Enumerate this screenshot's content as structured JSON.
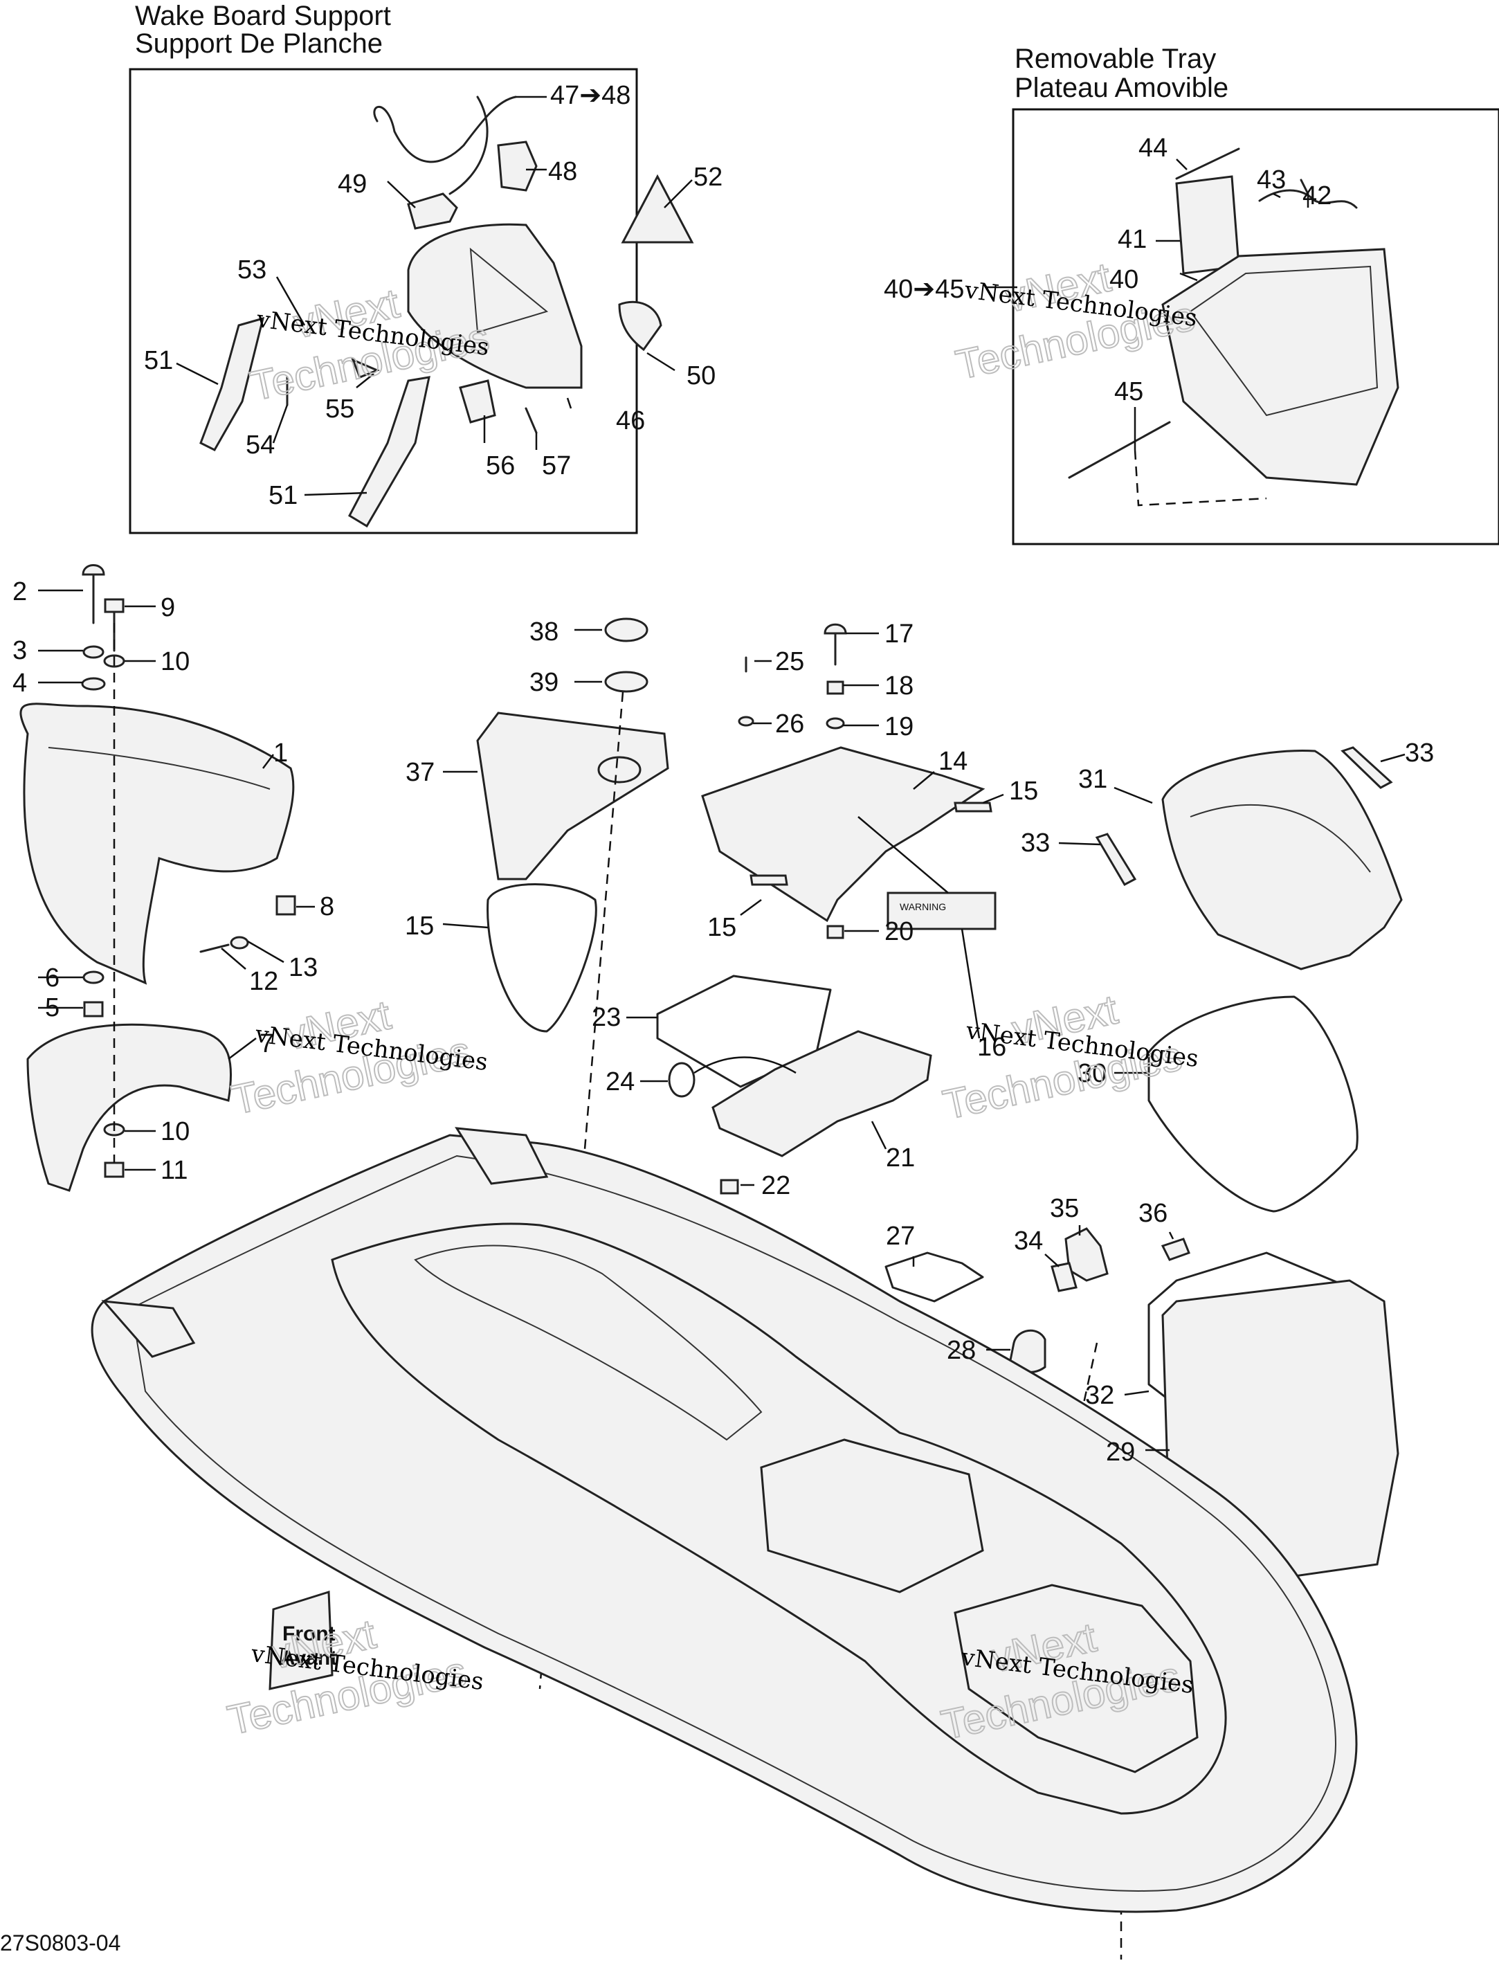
{
  "sections": {
    "wakeboard": {
      "title_en": "Wake Board Support",
      "title_fr": "Support De Planche"
    },
    "tray": {
      "title_en": "Removable Tray",
      "title_fr": "Plateau Amovible"
    }
  },
  "front_label": {
    "en": "Front",
    "fr": "Avant"
  },
  "drawing_number": "27S0803-04",
  "watermark": {
    "company": "vNext Technologies",
    "line1": "vNext",
    "line2": "Technologies"
  },
  "warning_label_text": "WARNING",
  "callouts": {
    "c47_48": "47➔48",
    "c48": "48",
    "c49": "49",
    "c52": "52",
    "c53": "53",
    "c51a": "51",
    "c51b": "51",
    "c50": "50",
    "c55": "55",
    "c54": "54",
    "c46": "46",
    "c56": "56",
    "c57": "57",
    "c44": "44",
    "c43": "43",
    "c42": "42",
    "c41": "41",
    "c40": "40",
    "c40_45": "40➔45",
    "c45": "45",
    "c2": "2",
    "c9": "9",
    "c3": "3",
    "c10a": "10",
    "c4": "4",
    "c1": "1",
    "c8": "8",
    "c13": "13",
    "c12": "12",
    "c6": "6",
    "c5": "5",
    "c7": "7",
    "c10b": "10",
    "c11": "11",
    "c38": "38",
    "c39": "39",
    "c37": "37",
    "c15a": "15",
    "c25": "25",
    "c17": "17",
    "c18": "18",
    "c26": "26",
    "c19": "19",
    "c14": "14",
    "c15b": "15",
    "c15c": "15",
    "c20": "20",
    "c23": "23",
    "c16": "16",
    "c24": "24",
    "c21": "21",
    "c22": "22",
    "c33a": "33",
    "c31": "31",
    "c33b": "33",
    "c30": "30",
    "c27": "27",
    "c35": "35",
    "c36": "36",
    "c34": "34",
    "c28": "28",
    "c32": "32",
    "c29": "29"
  }
}
